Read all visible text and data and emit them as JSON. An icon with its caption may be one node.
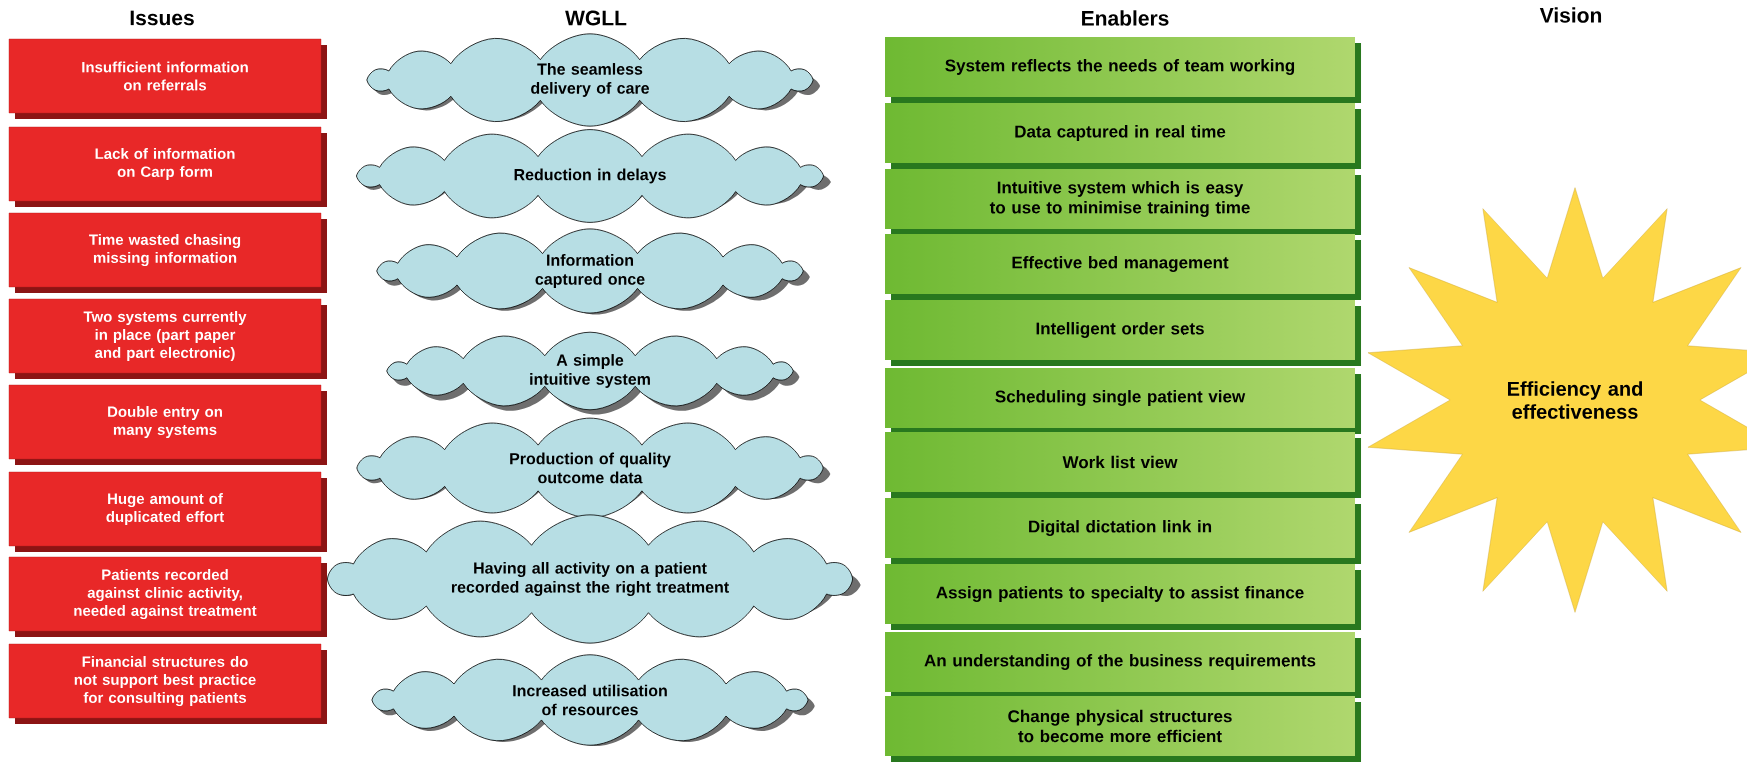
{
  "diagram": {
    "nodes": [
      {
        "text": [
          "Insufficient information on referrals"
        ]
      },
      {
        "text": [
          "Lack of information on Carp form"
        ]
      },
      {
        "text": [
          "Time wasted chasing missing information"
        ]
      },
      {
        "text": [
          "Two systems currently in place (part paper and part electronic)"
        ]
      },
      {
        "text": [
          "Double entry on many systems"
        ]
      },
      {
        "text": [
          "Huge amount of duplicated effort"
        ]
      },
      {
        "text": [
          "Patients recorded against clinic activity, needed against treatment"
        ]
      },
      {
        "text": [
          "Financial structures do not support best practice for consulting patients"
        ]
      },
      {
        "text": [
          "The seamless delivery of care"
        ]
      },
      {
        "text": [
          "Reduction in delays"
        ]
      },
      {
        "text": [
          "Information captured once"
        ]
      },
      {
        "text": [
          "A simple intuitive system"
        ]
      },
      {
        "text": [
          "Production of quality outcome data"
        ]
      },
      {
        "text": [
          "Having all activity on a patient recorded against the right treatment"
        ]
      },
      {
        "text": [
          "Increased utilisation of resources"
        ]
      },
      {
        "text": [
          "System reflects the needs of team working"
        ]
      },
      {
        "text": [
          "Data captured in real time"
        ]
      },
      {
        "text": [
          "Intuitive system which is easy to use to minimise training time"
        ]
      },
      {
        "text": [
          "Effective bed management"
        ]
      },
      {
        "text": [
          "Intelligent order sets"
        ]
      },
      {
        "text": [
          "Scheduling single patient view"
        ]
      },
      {
        "text": [
          "Work list view"
        ]
      },
      {
        "text": [
          "Digital dictation link in"
        ]
      },
      {
        "text": [
          "Assign patients to specialty to assist finance"
        ]
      },
      {
        "text": [
          "An understanding of the business requirements"
        ]
      },
      {
        "text": [
          "Change physical structures to become more efficient"
        ]
      },
      {
        "text": [
          "Efficiency and effectiveness"
        ]
      }
    ],
    "labels": [
      "Issues",
      "WGLL",
      "Enablers",
      "Vision"
    ]
  }
}
